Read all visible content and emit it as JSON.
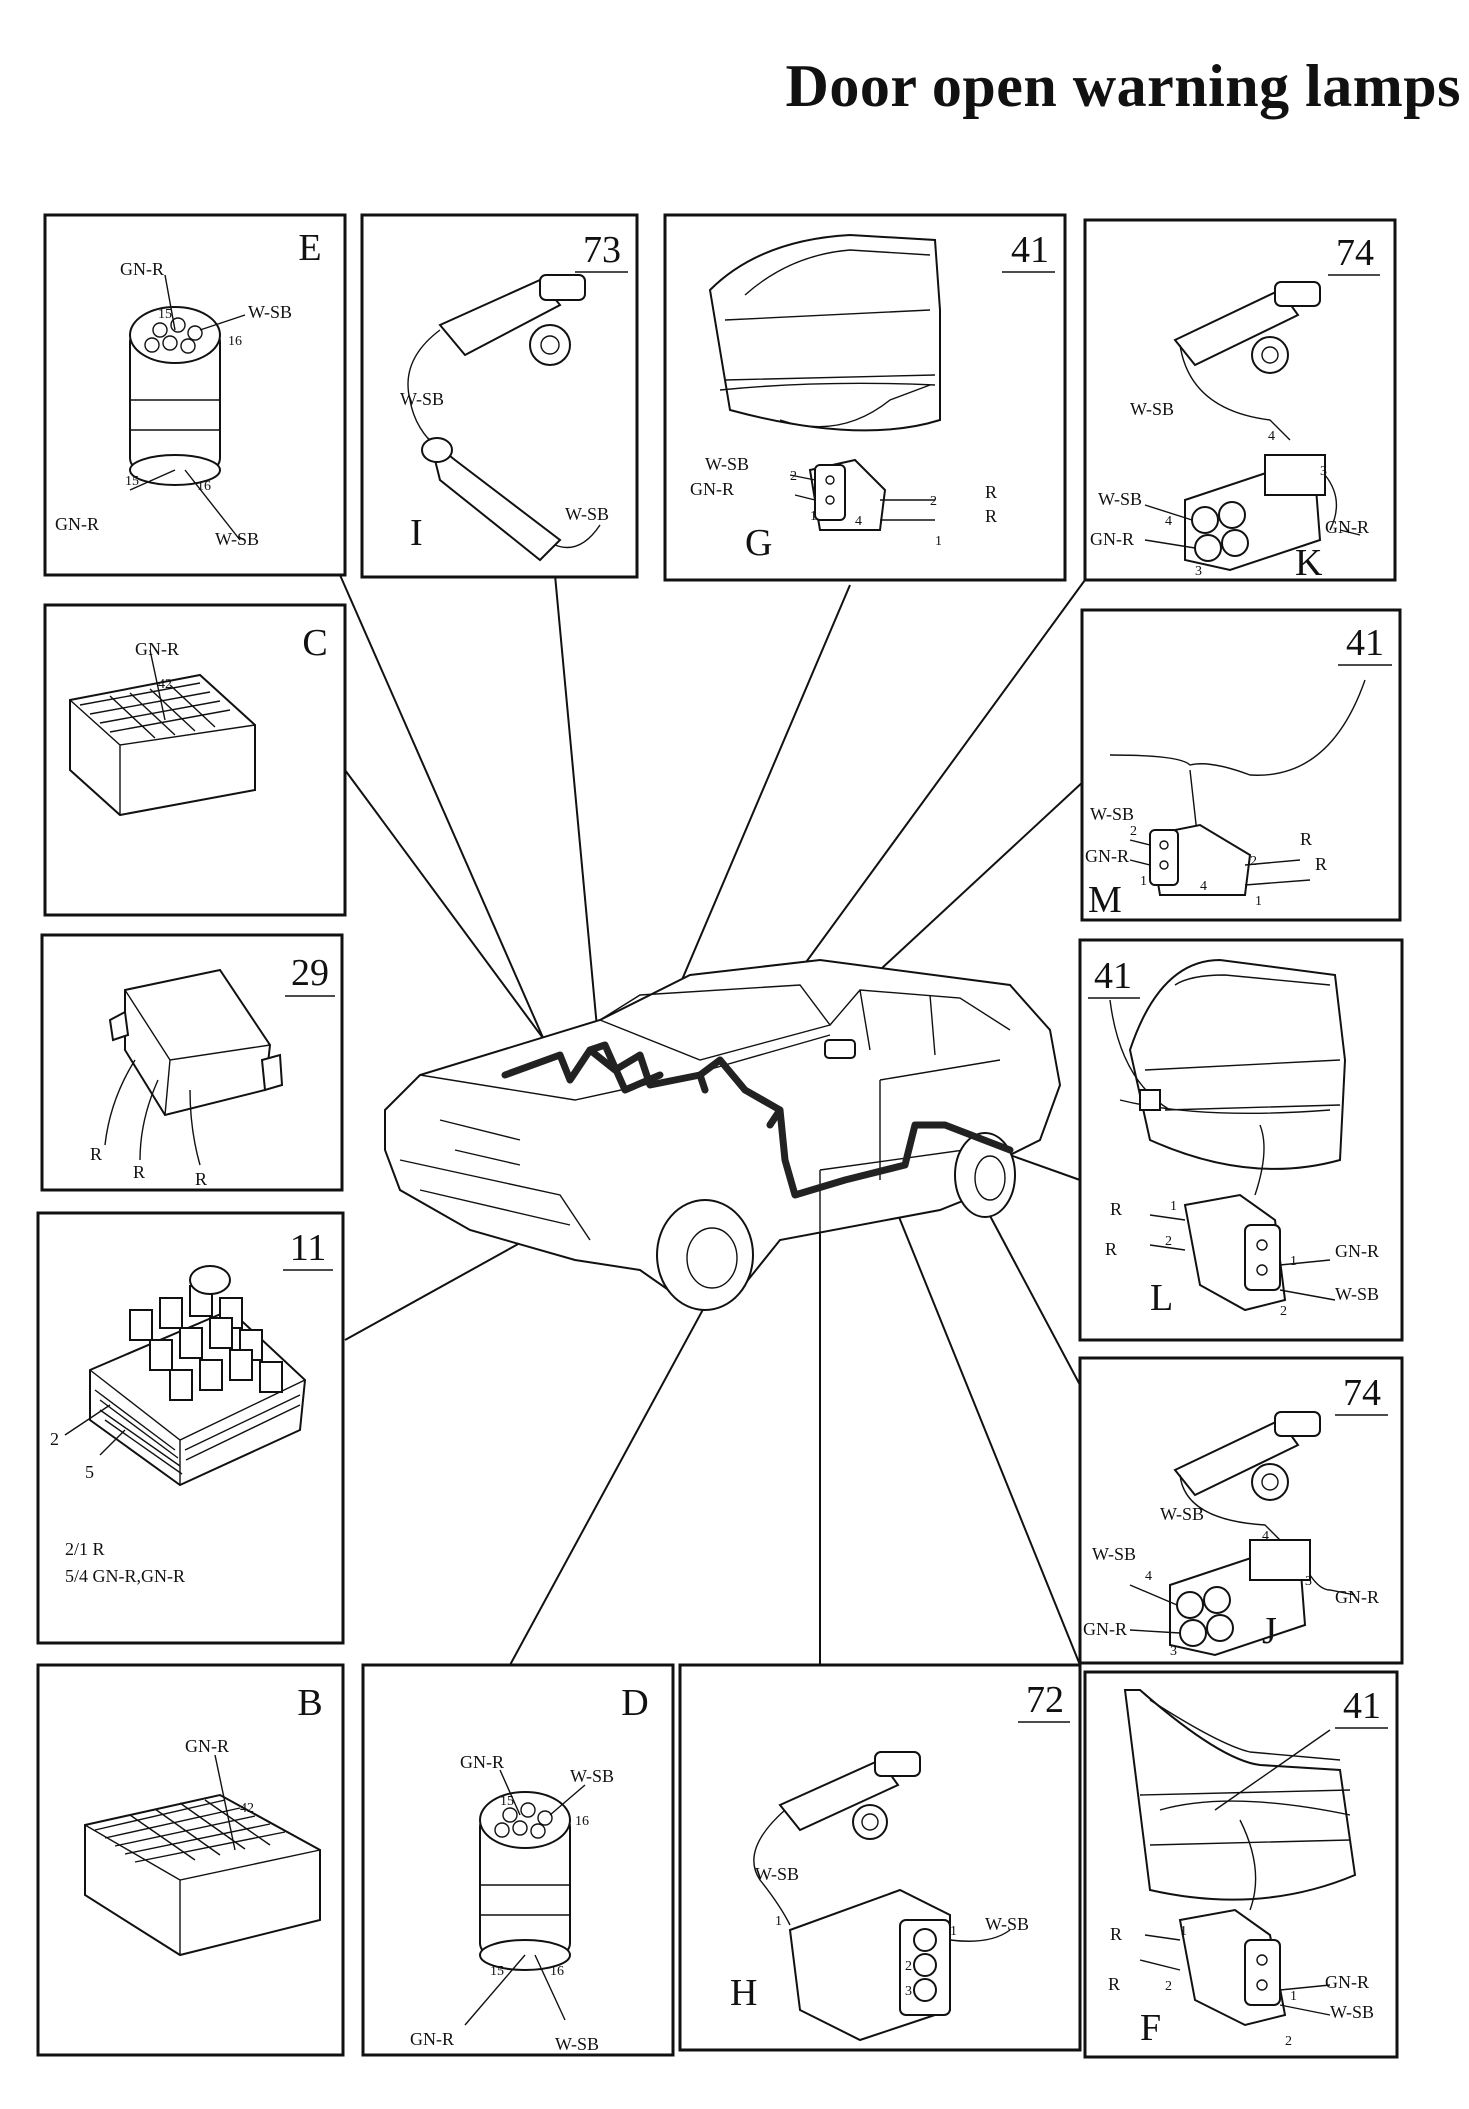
{
  "title": "Door open warning lamps",
  "panels": {
    "E": {
      "letter": "E",
      "wires": [
        "GN-R",
        "W-SB",
        "GN-R",
        "W-SB"
      ],
      "pins": [
        "15",
        "16",
        "15",
        "16"
      ]
    },
    "I73": {
      "num": "73",
      "letter": "I",
      "wires": [
        "W-SB",
        "W-SB"
      ]
    },
    "G41": {
      "num": "41",
      "letter": "G",
      "wires": [
        "W-SB",
        "GN-R",
        "R",
        "R"
      ],
      "pins": [
        "2",
        "1",
        "2",
        "1",
        "4"
      ]
    },
    "K74": {
      "num": "74",
      "letter": "K",
      "wires": [
        "W-SB",
        "W-SB",
        "GN-R",
        "GN-R"
      ],
      "pins": [
        "4",
        "4",
        "3",
        "3"
      ]
    },
    "C": {
      "letter": "C",
      "wires": [
        "GN-R"
      ],
      "pins": [
        "42"
      ]
    },
    "M41": {
      "num": "41",
      "letter": "M",
      "wires": [
        "W-SB",
        "GN-R",
        "R",
        "R"
      ],
      "pins": [
        "2",
        "1",
        "2",
        "1",
        "4"
      ]
    },
    "P29": {
      "num": "29",
      "wires": [
        "R",
        "R",
        "R"
      ]
    },
    "L41": {
      "num": "41",
      "letter": "L",
      "wires": [
        "R",
        "R",
        "GN-R",
        "W-SB"
      ],
      "pins": [
        "1",
        "2",
        "1",
        "2"
      ]
    },
    "P11": {
      "num": "11",
      "pins": [
        "2",
        "5"
      ],
      "notes": [
        "2/1 R",
        "5/4 GN-R,GN-R"
      ]
    },
    "J74": {
      "num": "74",
      "letter": "J",
      "wires": [
        "W-SB",
        "W-SB",
        "GN-R",
        "GN-R"
      ],
      "pins": [
        "4",
        "4",
        "3",
        "3"
      ]
    },
    "B": {
      "letter": "B",
      "wires": [
        "GN-R"
      ],
      "pins": [
        "42"
      ]
    },
    "D": {
      "letter": "D",
      "wires": [
        "GN-R",
        "W-SB",
        "GN-R",
        "W-SB"
      ],
      "pins": [
        "15",
        "16",
        "15",
        "16"
      ]
    },
    "H72": {
      "num": "72",
      "letter": "H",
      "wires": [
        "W-SB",
        "W-SB"
      ],
      "pins": [
        "1",
        "1",
        "2",
        "3"
      ]
    },
    "F41": {
      "num": "41",
      "letter": "F",
      "wires": [
        "R",
        "R",
        "GN-R",
        "W-SB"
      ],
      "pins": [
        "1",
        "2",
        "1",
        "2"
      ]
    }
  }
}
